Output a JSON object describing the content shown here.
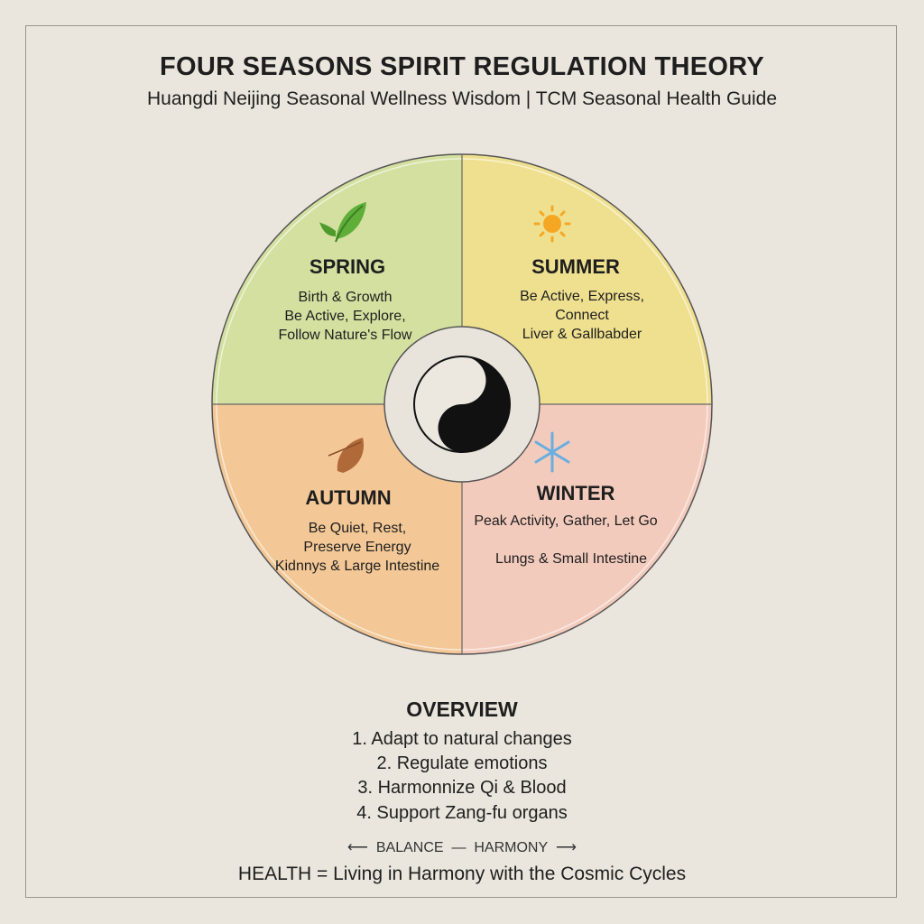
{
  "title": "FOUR SEASONS SPIRIT REGULATION THEORY",
  "subtitle": "Huangdi Neijing Seasonal Wellness Wisdom | TCM Seasonal Health Guide",
  "seasons": [
    {
      "name": "SPRING",
      "icon": "leaf-icon",
      "color": "#d3e0a0",
      "lines": [
        "Birth & Growth",
        "Be Active, Explore,",
        "Follow Nature's Flow"
      ]
    },
    {
      "name": "SUMMER",
      "icon": "sun-icon",
      "color": "#efe08f",
      "lines": [
        "Be Active, Express,",
        "Connect",
        "Liver & Gallbabder"
      ]
    },
    {
      "name": "AUTUMN",
      "icon": "autumn-leaf-icon",
      "color": "#f3c896",
      "lines": [
        "Be Quiet, Rest,",
        "Preserve Energy",
        "Kidnnys & Large Intestine"
      ]
    },
    {
      "name": "WINTER",
      "icon": "snowflake-icon",
      "color": "#f3cbbd",
      "lines": [
        "Peak Activity, Gather, Let Go",
        "Lungs & Small Intestine"
      ]
    }
  ],
  "overview": {
    "heading": "OVERVIEW",
    "items": [
      "1. Adapt to natural changes",
      "2. Regulate emotions",
      "3. Harmonnize Qi & Blood",
      "4. Support Zang-fu organs"
    ]
  },
  "balance": "BALANCE",
  "harmony": "HARMONY",
  "health": "HEALTH = Living in Harmony with the Cosmic Cycles"
}
